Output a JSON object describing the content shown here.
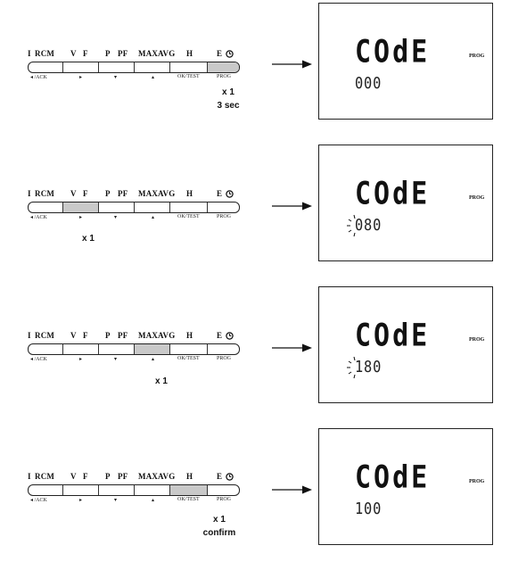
{
  "keypad": {
    "top_labels": [
      "I",
      "RCM",
      "V",
      "F",
      "P",
      "PF",
      "MAX",
      "AVG",
      "H",
      "E"
    ],
    "clock_symbol": "clock-icon",
    "bottom_labels": [
      "◂ /ACK",
      "▸",
      "▾",
      "▴",
      "OK/TEST",
      "PROG"
    ]
  },
  "display": {
    "word": "COdE",
    "prog": "PROG"
  },
  "steps": [
    {
      "pressed_key": 5,
      "press_count": "x 1",
      "press_note": "3 sec",
      "digits": "000",
      "blink": false
    },
    {
      "pressed_key": 1,
      "press_count": "x 1",
      "press_note": "",
      "digits": "080",
      "blink": true
    },
    {
      "pressed_key": 3,
      "press_count": "x 1",
      "press_note": "",
      "digits": "180",
      "blink": true
    },
    {
      "pressed_key": 4,
      "press_count": "x 1",
      "press_note": "confirm",
      "digits": "100",
      "blink": false
    }
  ],
  "colors": {
    "pressed_key": "#c9c9c9",
    "line": "#222222"
  }
}
